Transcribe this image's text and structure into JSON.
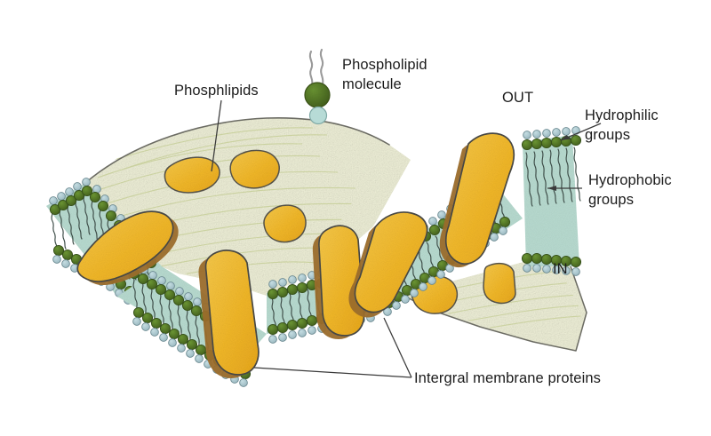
{
  "figure": {
    "title": "Cell membrane phospholipid bilayer diagram",
    "labels": {
      "phospholipids": "Phosphlipids",
      "phospholipid_molecule_line1": "Phospholipid",
      "phospholipid_molecule_line2": "molecule",
      "out": "OUT",
      "in": "IN",
      "hydrophilic_line1": "Hydrophilic",
      "hydrophilic_line2": "groups",
      "hydrophobic_line1": "Hydrophobic",
      "hydrophobic_line2": "groups",
      "integral_proteins": "Intergral membrane proteins"
    },
    "colors": {
      "background": "#ffffff",
      "bilayer_interior": "#b9dcd1",
      "hydrophilic_head": "#a9c5cc",
      "hydrophilic_head_outline": "#6d8b92",
      "hydrophobic_bead": "#4f6e22",
      "hydrophobic_bead_outline": "#36501a",
      "tail_line": "#3b4a45",
      "protein_fill": "#f2b829",
      "protein_shadow": "#9a6b2b",
      "protein_outline": "#4a4a46",
      "cytoplasm": "#eff0d8",
      "cytoplasm_texture": "#c8cf97",
      "membrane_outline": "#6b6b63",
      "leader_line": "#3a3a3a",
      "text": "#1b1b1b",
      "molecule_tail": "#9a9a9a",
      "molecule_head_green": "#4f7a28",
      "molecule_head_blue": "#afd9d4"
    },
    "structure": {
      "type": "phospholipid-bilayer",
      "leaflets": 2,
      "integral_protein_count": 5,
      "embedded_protein_blobs": 5
    }
  }
}
